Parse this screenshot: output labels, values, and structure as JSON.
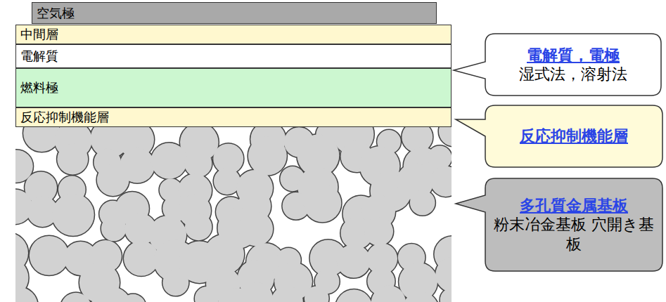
{
  "diagram": {
    "nodes": [
      {
        "text": [
          "空気極"
        ]
      },
      {
        "text": [
          "中間層"
        ]
      },
      {
        "text": [
          "電解質"
        ]
      },
      {
        "text": [
          "燃料極"
        ]
      },
      {
        "text": [
          "反応抑制機能層"
        ]
      },
      {
        "text": [
          "電解質，電極",
          "湿式法，溶射法"
        ]
      },
      {
        "text": [
          "反応抑制機能層"
        ]
      },
      {
        "text": [
          "多孔質金属基板",
          "粉末冶金基板 穴開き基板"
        ]
      }
    ]
  }
}
